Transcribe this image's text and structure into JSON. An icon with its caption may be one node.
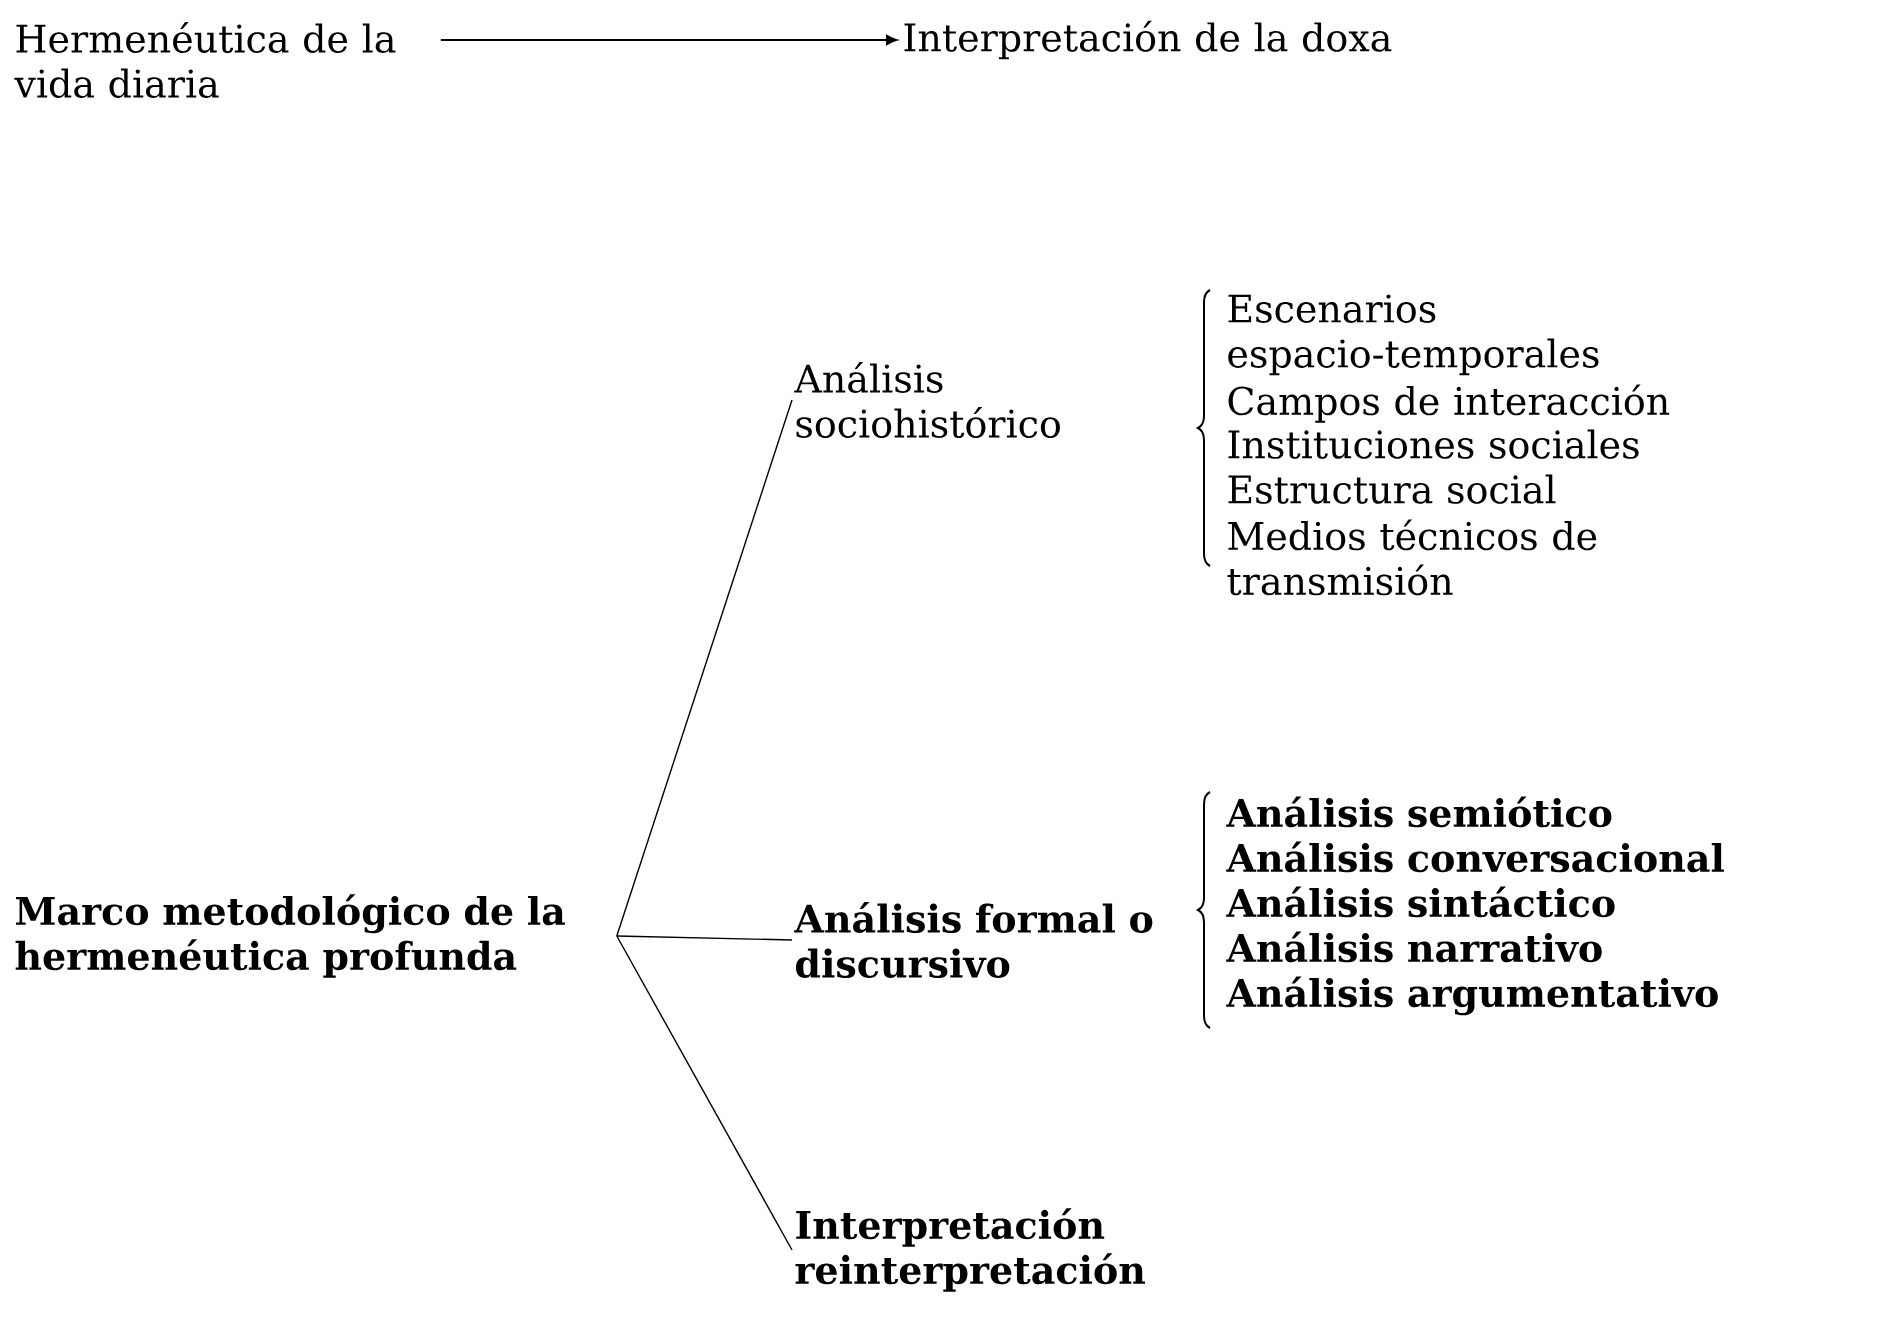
{
  "diagram": {
    "nodes": [
      {
        "text": [
          "Hermenéutica de la vida diaria"
        ]
      },
      {
        "text": [
          "Interpretación de la doxa"
        ]
      },
      {
        "text": [
          "Marco metodológico de la hermenéutica profunda"
        ]
      },
      {
        "text": [
          "Análisis sociohistórico"
        ]
      },
      {
        "text": [
          "Análisis formal o discursivo"
        ]
      },
      {
        "text": [
          "Interpretación reinterpretación"
        ]
      }
    ],
    "edges": [
      {
        "from": 0,
        "to": 1,
        "arrow": "to"
      },
      {
        "from": 2,
        "to": 3,
        "arrow": "none"
      },
      {
        "from": 2,
        "to": 4,
        "arrow": "none"
      },
      {
        "from": 2,
        "to": 5,
        "arrow": "none"
      }
    ],
    "labels": [
      "Escenarios espacio-temporales",
      "Campos de interacción",
      "Instituciones sociales",
      "Estructura social",
      "Medios técnicos de transmisión",
      "Análisis semiótico",
      "Análisis conversacional",
      "Análisis sintáctico",
      "Análisis narrativo",
      "Análisis argumentativo"
    ]
  }
}
